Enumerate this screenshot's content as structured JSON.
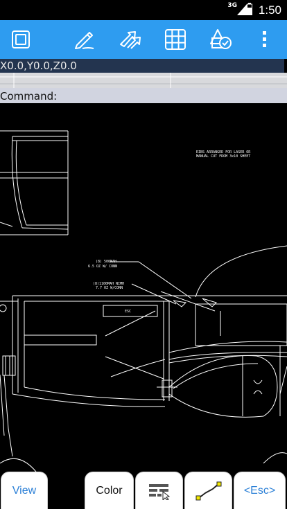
{
  "status": {
    "network": "3G",
    "time": "1:50"
  },
  "toolbar": {
    "icons": [
      "window-select-icon",
      "pencil-icon",
      "arrows-icon",
      "grid-icon",
      "layers-icon",
      "more-icon"
    ]
  },
  "coords": "X0.0,Y0.0,Z0.0",
  "command_label": "Command:",
  "drawing": {
    "note_ribs_1": "RIBS ARRANGED FOR LASER OR",
    "note_ribs_2": "MANUAL CUT FROM 3x10 SHEET",
    "note_batt1_1": "(8) 500MAH",
    "note_batt1_2": "6.5 OZ  W/ CONN",
    "note_batt2_1": "(8)1100MAH NIMH",
    "note_batt2_2": "7.7 OZ  W/CONN",
    "esc_label": "ESC"
  },
  "bottom": {
    "view": "View",
    "color": "Color",
    "esc": "<Esc>"
  },
  "colors": {
    "toolbar": "#2e9cf0",
    "coord_bar": "#23344f",
    "link_text": "#2a7fd6"
  }
}
